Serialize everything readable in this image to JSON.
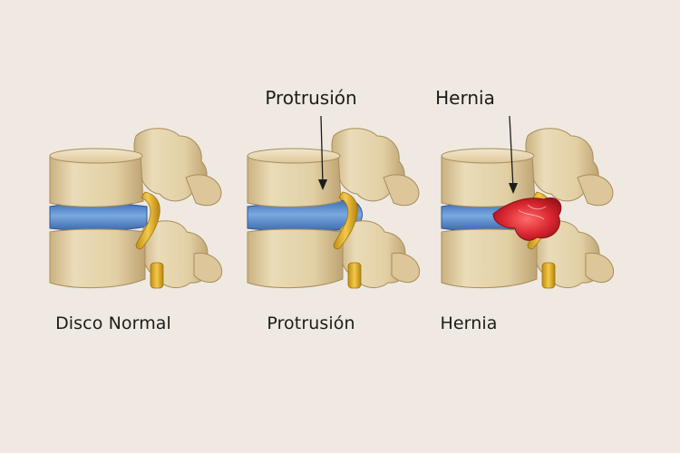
{
  "panels": [
    {
      "caption": "Disco Normal",
      "callout": ""
    },
    {
      "caption": "Protrusión",
      "callout": "Protrusión"
    },
    {
      "caption": "Hernia",
      "callout": "Hernia"
    }
  ],
  "colors": {
    "background": "#efe9e2",
    "bone": "#e4d3ab",
    "bone_shadow": "#c9b07f",
    "disc": "#5b8fd0",
    "nerve": "#e3b32a",
    "herniation": "#d8262f"
  }
}
